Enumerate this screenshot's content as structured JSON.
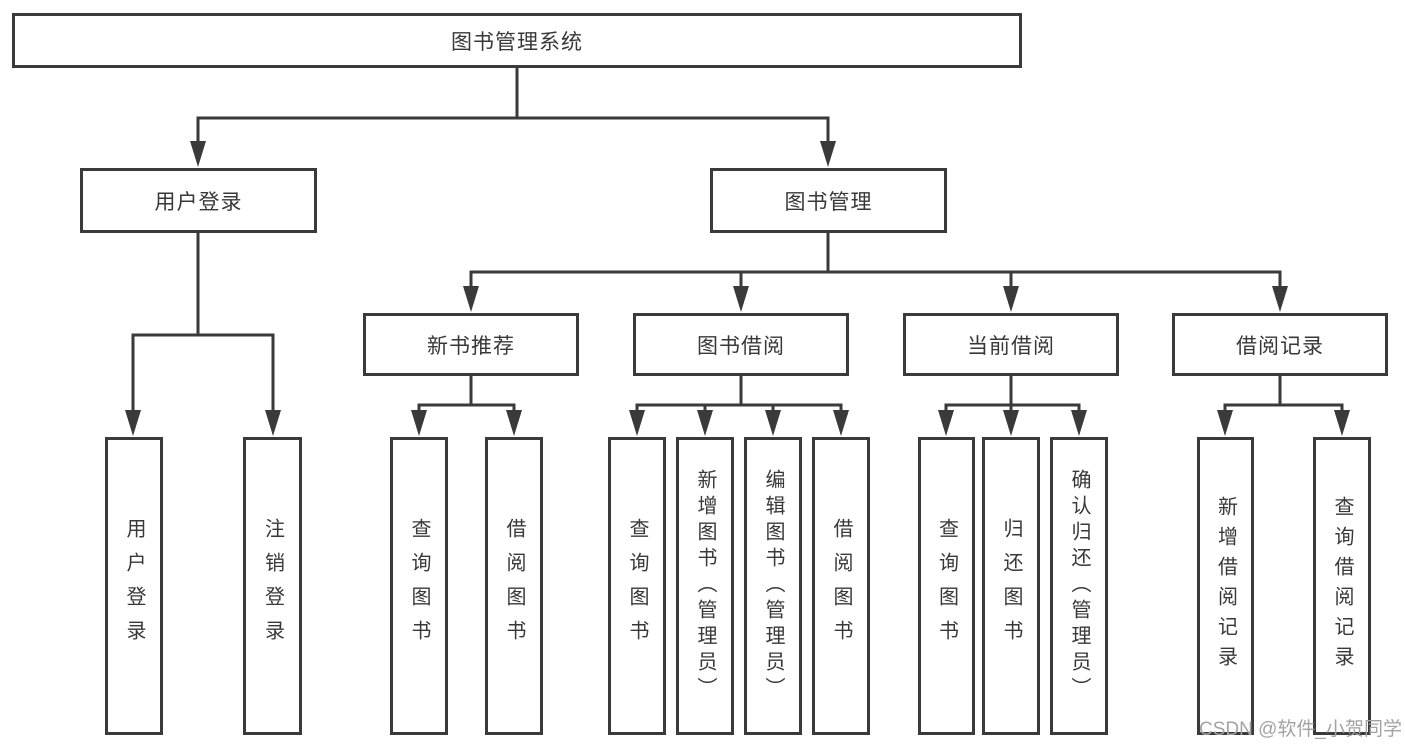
{
  "colors": {
    "line": "#3a3a3a",
    "box_border": "#3a3a3a",
    "box_fill": "#ffffff",
    "text": "#383838",
    "watermark": "#a3a3a3"
  },
  "watermark": {
    "text": "CSDN @软件_小贺同学"
  },
  "tree": {
    "label": "图书管理系统",
    "children": [
      {
        "label": "用户登录",
        "children": [
          {
            "label": "用户登录"
          },
          {
            "label": "注销登录"
          }
        ]
      },
      {
        "label": "图书管理",
        "children": [
          {
            "label": "新书推荐",
            "children": [
              {
                "label": "查询图书"
              },
              {
                "label": "借阅图书"
              }
            ]
          },
          {
            "label": "图书借阅",
            "children": [
              {
                "label": "查询图书"
              },
              {
                "label": "新增图书（管理员）"
              },
              {
                "label": "编辑图书（管理员）"
              },
              {
                "label": "借阅图书"
              }
            ]
          },
          {
            "label": "当前借阅",
            "children": [
              {
                "label": "查询图书"
              },
              {
                "label": "归还图书"
              },
              {
                "label": "确认归还（管理员）"
              }
            ]
          },
          {
            "label": "借阅记录",
            "children": [
              {
                "label": "新增借阅记录"
              },
              {
                "label": "查询借阅记录"
              }
            ]
          }
        ]
      }
    ]
  }
}
